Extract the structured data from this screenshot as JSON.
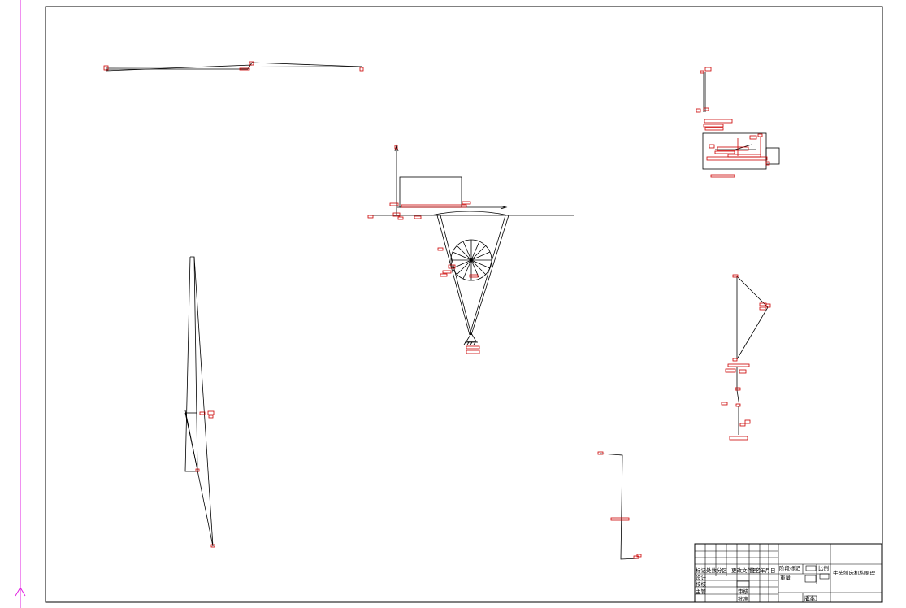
{
  "colors": {
    "background": "#ffffff",
    "line": "#000000",
    "annotation": "#cc0000",
    "ucs_icon": "#e020e0"
  },
  "title_block": {
    "header_labels": [
      "标记",
      "处数",
      "分区",
      "更改文件号",
      "签名",
      "年月日"
    ],
    "row_labels": [
      "设计",
      "校核",
      "主管"
    ],
    "review_labels": [
      "审核",
      "批准"
    ],
    "stage_label": "阶段标记",
    "weight_label": "重量",
    "scale_label": "比例",
    "version_label": "版本",
    "drawing_title": "牛头刨床机构原理"
  }
}
